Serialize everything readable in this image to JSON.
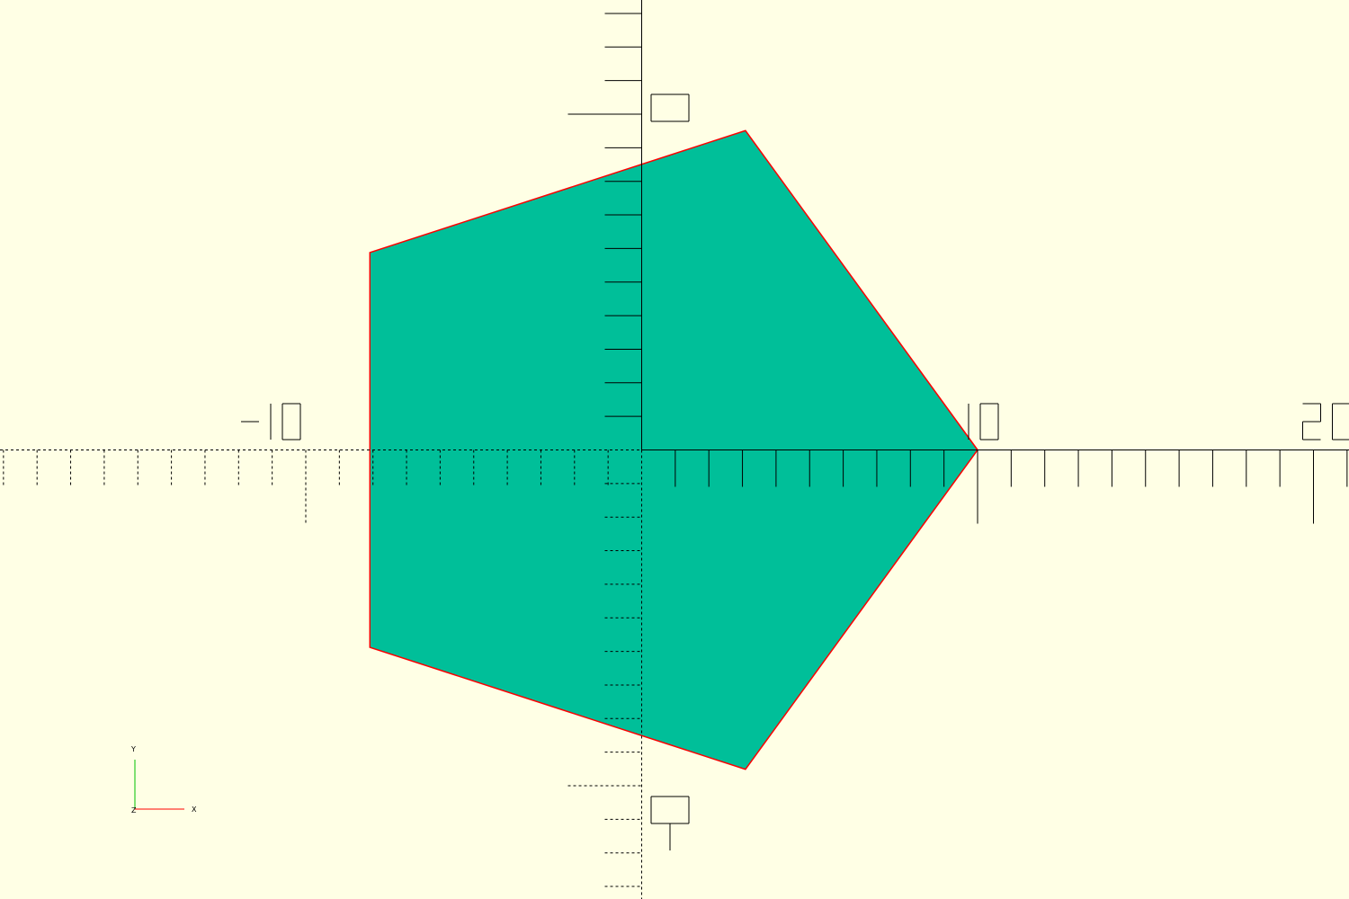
{
  "viewport": {
    "background": "#ffffe5",
    "axis_color": "#000000",
    "shape_fill": "#00bf99",
    "shape_edge": "#ff0000"
  },
  "axes": {
    "x_range": [
      -19,
      21
    ],
    "y_range": [
      -13.4,
      13.4
    ],
    "labels": {
      "x_neg10": "-10",
      "x_10": "10",
      "x_20": "20",
      "y_10": "10",
      "y_neg10": "-10"
    }
  },
  "shape": {
    "type": "polygon",
    "name": "pentagon",
    "vertices": [
      [
        10,
        0
      ],
      [
        3.09,
        9.51
      ],
      [
        -8.09,
        5.88
      ],
      [
        -8.09,
        -5.88
      ],
      [
        3.09,
        -9.51
      ]
    ]
  },
  "axis_indicator": {
    "x_label": "X",
    "y_label": "Y",
    "z_label": "Z",
    "x_color": "#ff0000",
    "y_color": "#00c000",
    "z_color": "#0000ff"
  }
}
